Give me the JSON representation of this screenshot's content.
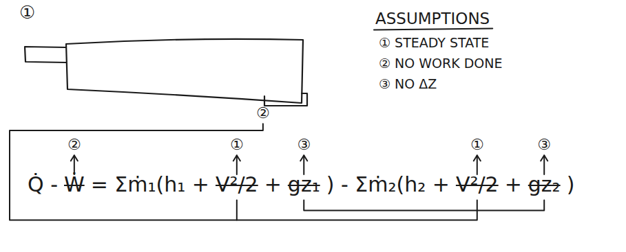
{
  "diagram": {
    "labels": [
      "①",
      "ASSUMPTIONS",
      "① STEADY STATE",
      "② NO WORK DONE",
      "③ NO ΔZ",
      "②",
      "Q̇ -",
      "Ẇ",
      "= Σṁ₁(h₁ +",
      "V²/2",
      "+",
      "gz₁",
      ") - Σṁ₂(h₂ +",
      "V²/2",
      "+",
      "gz₂",
      ")",
      "②",
      "①",
      "③",
      "①",
      "③"
    ]
  }
}
